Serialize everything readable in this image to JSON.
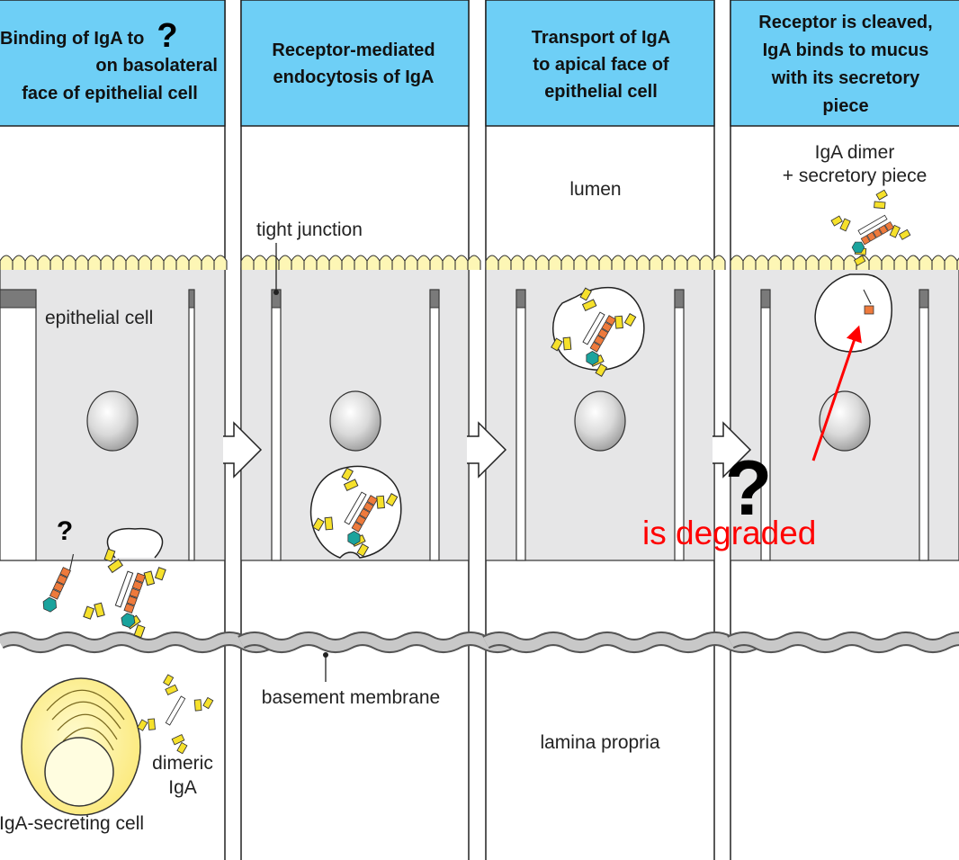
{
  "panels": [
    {
      "header_lines": [
        "Binding of IgA to",
        "on basolateral",
        "face of epithelial cell"
      ]
    },
    {
      "header_lines": [
        "Receptor-mediated",
        "endocytosis of IgA"
      ]
    },
    {
      "header_lines": [
        "Transport of IgA",
        "to apical face of",
        "epithelial cell"
      ]
    },
    {
      "header_lines": [
        "Receptor is cleaved,",
        "IgA binds to mucus",
        "with its secretory",
        "piece"
      ]
    }
  ],
  "labels": {
    "epithelial_cell": "epithelial cell",
    "dimeric_line1": "dimeric",
    "dimeric_line2": "IgA",
    "iga_secreting_cell": "IgA-secreting cell",
    "tight_junction": "tight junction",
    "basement_membrane": "basement membrane",
    "lumen": "lumen",
    "lamina_propria": "lamina propria",
    "iga_dimer_line1": "IgA dimer",
    "iga_dimer_line2": "+ secretory piece"
  },
  "annotations": {
    "question_mark": "?",
    "is_degraded": "is degraded"
  },
  "colors": {
    "header": "#6ecff6",
    "cell_fill": "#e6e6e7",
    "villi": "#fdf6b5",
    "igA_yellow": "#f6e12b",
    "receptor_orange": "#ee7a3c",
    "secretory_teal": "#1aa39d",
    "annotation_red": "#ff0000"
  }
}
